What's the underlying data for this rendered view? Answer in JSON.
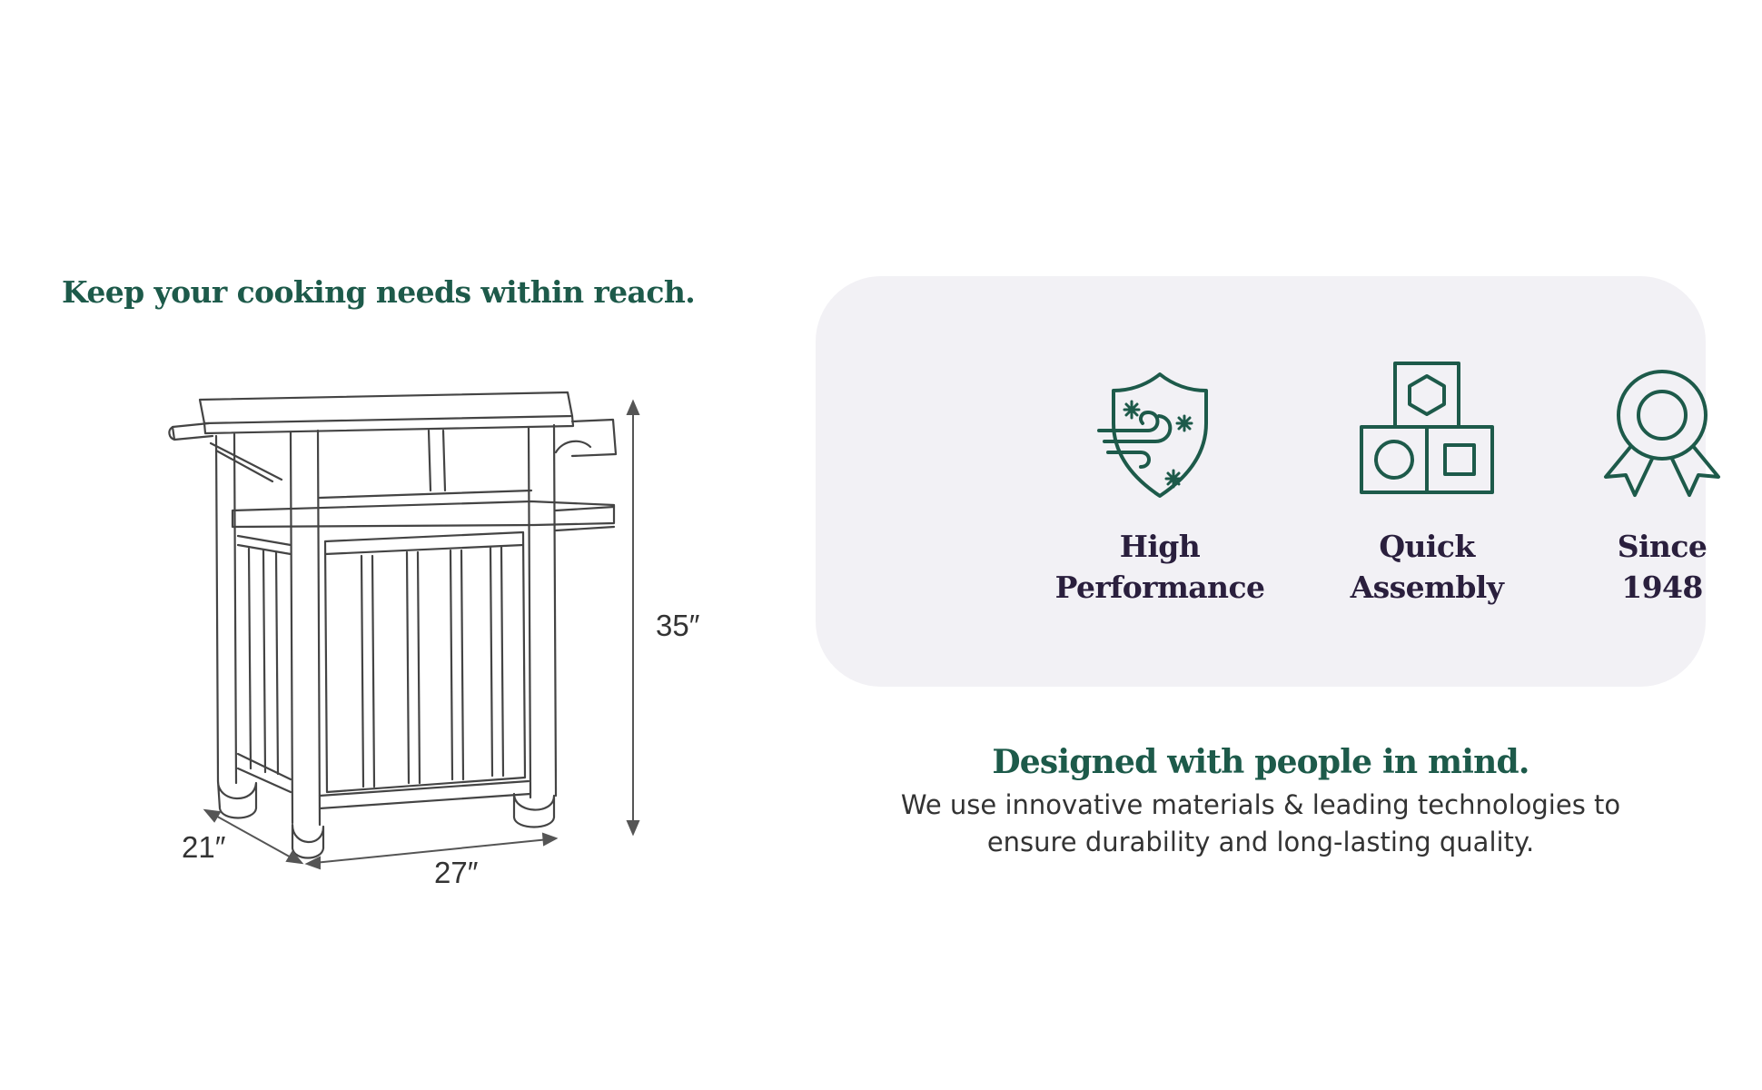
{
  "headline": "Keep your cooking needs within reach.",
  "dimensions": {
    "height": "35″",
    "depth": "21″",
    "width": "27″"
  },
  "features": [
    {
      "icon": "weather-shield-icon",
      "line1": "High",
      "line2": "Performance"
    },
    {
      "icon": "assembly-blocks-icon",
      "line1": "Quick",
      "line2": "Assembly"
    },
    {
      "icon": "award-ribbon-icon",
      "line1": "Since",
      "line2": "1948"
    }
  ],
  "designed": {
    "title": "Designed with people in mind.",
    "body_line1": "We use innovative materials & leading technologies to",
    "body_line2": "ensure durability and long-lasting quality."
  },
  "colors": {
    "brand_green": "#1d5a4a",
    "panel_bg": "#f2f1f5",
    "label_dark": "#2a1f3d",
    "line_art": "#444444"
  }
}
